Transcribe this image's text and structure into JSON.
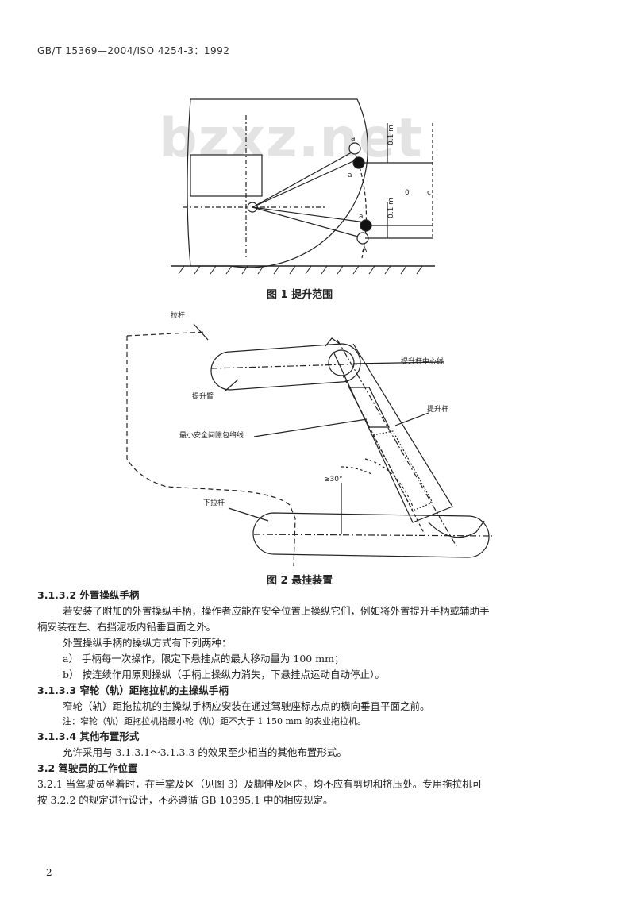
{
  "header": {
    "standard_id": "GB/T 15369—2004/ISO 4254-3：1992"
  },
  "watermark": "bzxz.net",
  "figure1": {
    "caption": "图 1   提升范围",
    "labels": {
      "a_top": "a",
      "a_bottom": "A",
      "a_mid1": "a",
      "a_mid2": "a",
      "dim1": "0.1 m",
      "dim2": "0.1 m",
      "dim3": "0",
      "dim4": "c"
    }
  },
  "figure2": {
    "caption": "图 2   悬挂装置",
    "labels": {
      "tie_rod": "拉杆",
      "lift_arm": "提升臂",
      "lift_rod_center": "提升杆中心线",
      "lift_rod": "提升杆",
      "min_clearance": "最小安全间隙包络线",
      "lower_link": "下拉杆",
      "angle": "≥30°"
    }
  },
  "body": {
    "lines": [
      {
        "type": "heading",
        "text": "3.1.3.2   外置操纵手柄"
      },
      {
        "type": "indent",
        "text": "若安装了附加的外置操纵手柄，操作者应能在安全位置上操纵它们，例如将外置提升手柄或辅助手"
      },
      {
        "type": "cont",
        "text": "柄安装在左、右挡泥板内铅垂直面之外。"
      },
      {
        "type": "indent",
        "text": "外置操纵手柄的操纵方式有下列两种："
      },
      {
        "type": "indent",
        "text": "a）  手柄每一次操作，限定下悬挂点的最大移动量为 100 mm；"
      },
      {
        "type": "indent",
        "text": "b）  按连续作用原则操纵（手柄上操纵力消失，下悬挂点运动自动停止）。"
      },
      {
        "type": "heading",
        "text": "3.1.3.3   窄轮（轨）距拖拉机的主操纵手柄"
      },
      {
        "type": "indent",
        "text": "窄轮（轨）距拖拉机的主操纵手柄应安装在通过驾驶座标志点的横向垂直平面之前。"
      },
      {
        "type": "note",
        "text": "注：窄轮（轨）距拖拉机指最小轮（轨）距不大于 1 150 mm 的农业拖拉机。"
      },
      {
        "type": "heading",
        "text": "3.1.3.4   其他布置形式"
      },
      {
        "type": "indent",
        "text": "允许采用与 3.1.3.1～3.1.3.3 的效果至少相当的其他布置形式。"
      },
      {
        "type": "heading",
        "text": "3.2   驾驶员的工作位置"
      },
      {
        "type": "cont",
        "text": "3.2.1   当驾驶员坐着时，在手掌及区（见图 3）及脚伸及区内，均不应有剪切和挤压处。专用拖拉机可"
      },
      {
        "type": "cont",
        "text": "按 3.2.2 的规定进行设计，不必遵循 GB 10395.1 中的相应规定。"
      }
    ]
  },
  "page_number": "2"
}
